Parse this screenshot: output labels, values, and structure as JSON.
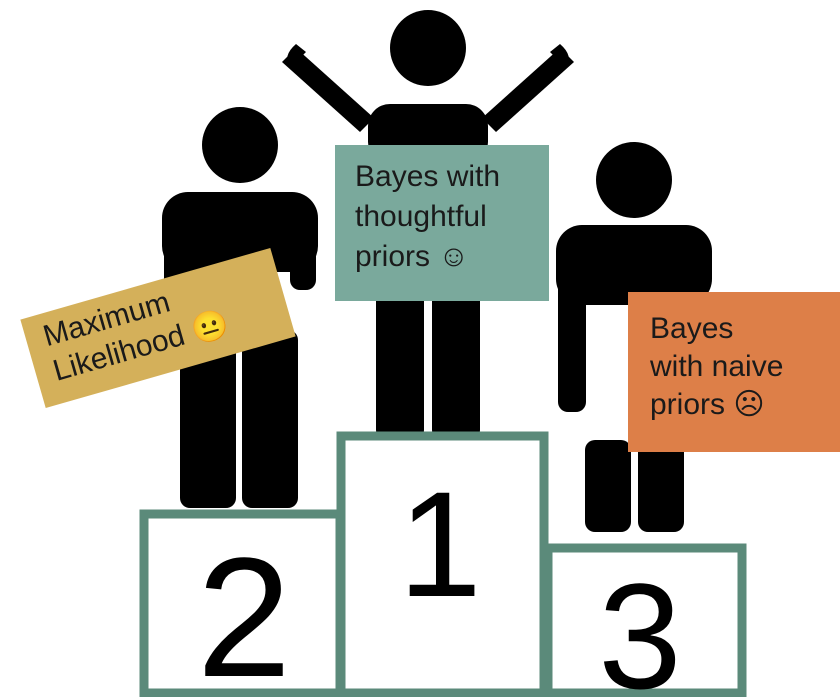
{
  "colors": {
    "podium_border": "#5b8a7a",
    "figure": "#000000",
    "sign_first": "#7aa99c",
    "sign_second": "#d4b05a",
    "sign_third": "#dd7f48"
  },
  "podium": {
    "first_number": "1",
    "second_number": "2",
    "third_number": "3"
  },
  "signs": {
    "first": {
      "line1": "Bayes with",
      "line2": "thoughtful",
      "line3": "priors ☺"
    },
    "second": {
      "line1": "Maximum",
      "line2": "Likelihood 😐"
    },
    "third": {
      "line1": "Bayes",
      "line2": "with naive",
      "line3": "priors ☹"
    }
  }
}
